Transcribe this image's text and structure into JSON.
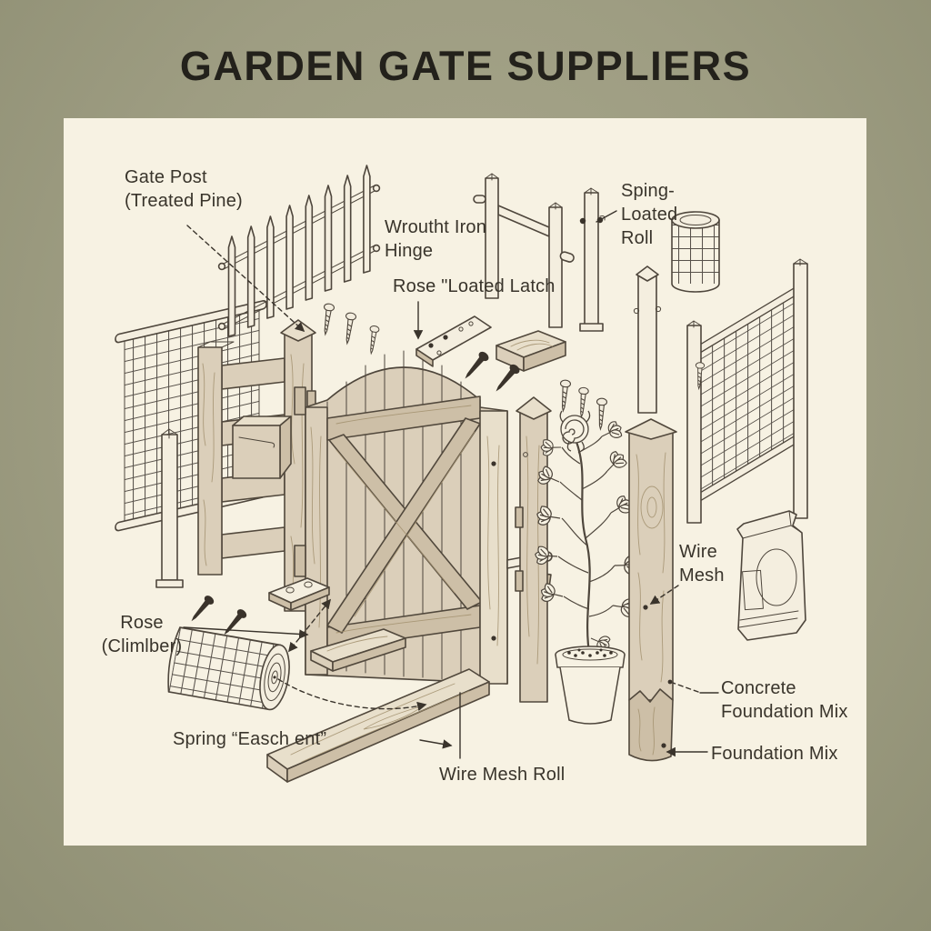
{
  "title": "GARDEN GATE SUPPLIERS",
  "colors": {
    "background": "#9e9d82",
    "panel": "#f7f2e3",
    "title_ink": "#23211b",
    "label_ink": "#39342b",
    "line_ink": "#4e463c",
    "wood": "#dbcfba",
    "wood_shadow": "#cdbfa7",
    "wood_light": "#e8dfcb"
  },
  "labels": {
    "gate_post": "Gate Post\n(Treated Pine)",
    "wrought_iron_hinge": "Wroutht Iron\nHinge",
    "rose_loated_latch": "Rose \"Loated Latch",
    "sping_loated_roll": "Sping-\nLoated\nRoll",
    "wire_mesh": "Wire\nMesh",
    "rose_climber": "Rose\n(Climlber)",
    "spring_easchent": "Spring “Easch ent”",
    "wire_mesh_roll": "Wire Mesh Roll",
    "concrete_foundation_mix": "Concrete\nFoundation Mix",
    "foundation_mix": "Foundation Mix"
  }
}
